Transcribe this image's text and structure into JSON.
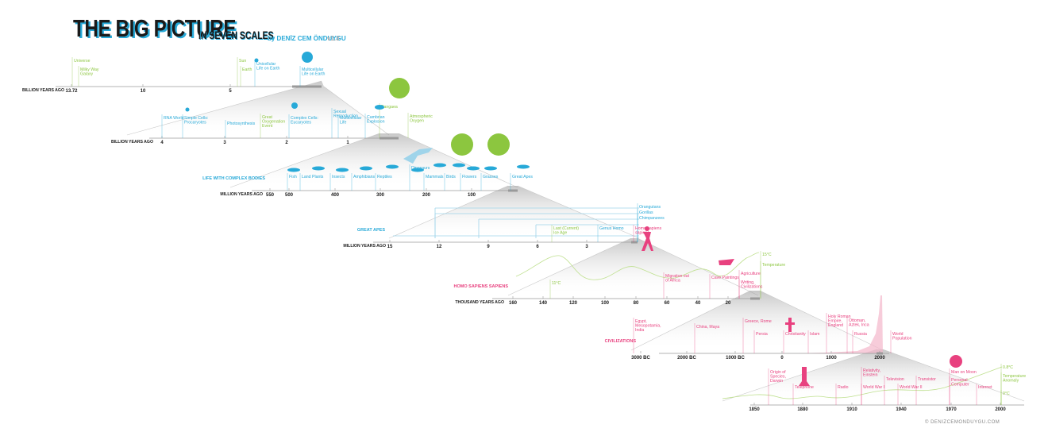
{
  "header": {
    "title": "THE BIG PICTURE",
    "subtitle": "IN SEVEN SCALES",
    "author": "by DENİZ CEM ÖNDUYGU",
    "version": "v1.3"
  },
  "footer": {
    "copyright": "© DENIZCEMONDUYGU.COM"
  },
  "colors": {
    "green": "#8cc63f",
    "blue": "#27a9d8",
    "pink": "#e8417f",
    "dark": "#1a1a1a",
    "gray": "#cfcfcf"
  },
  "scales": [
    {
      "axis_label": "BILLION YEARS AGO",
      "ticks": [
        "13.72",
        "10",
        "5"
      ],
      "category": "",
      "events": [
        {
          "label": "Universe",
          "color": "green"
        },
        {
          "label": "Milky Way Galaxy",
          "color": "green"
        },
        {
          "label": "Sun",
          "color": "green"
        },
        {
          "label": "Earth",
          "color": "green"
        },
        {
          "label": "Unicellular Life on Earth",
          "color": "blue"
        },
        {
          "label": "Multicellular Life on Earth",
          "color": "blue"
        }
      ]
    },
    {
      "axis_label": "BILLION YEARS AGO",
      "ticks": [
        "4",
        "3",
        "2",
        "1"
      ],
      "category": "",
      "events": [
        {
          "label": "RNA World",
          "color": "blue"
        },
        {
          "label": "Simple Cells: Procaryotes",
          "color": "blue"
        },
        {
          "label": "Photosynthesis",
          "color": "blue"
        },
        {
          "label": "Great Oxygenation Event",
          "color": "green"
        },
        {
          "label": "Complex Cells: Eucaryotes",
          "color": "blue"
        },
        {
          "label": "Sexual Reproduction",
          "color": "blue"
        },
        {
          "label": "Multicellular Life",
          "color": "blue"
        },
        {
          "label": "Cambrian Explosion",
          "color": "blue"
        },
        {
          "label": "Pangaea",
          "color": "green"
        },
        {
          "label": "Atmospheric Oxygen",
          "color": "green"
        }
      ]
    },
    {
      "axis_label": "MILLION YEARS AGO",
      "ticks": [
        "550",
        "500",
        "400",
        "300",
        "200",
        "100"
      ],
      "category": "LIFE WITH COMPLEX BODIES",
      "events": [
        {
          "label": "Fish",
          "color": "blue"
        },
        {
          "label": "Land Plants",
          "color": "blue"
        },
        {
          "label": "Insects",
          "color": "blue"
        },
        {
          "label": "Amphibians",
          "color": "blue"
        },
        {
          "label": "Reptiles",
          "color": "blue"
        },
        {
          "label": "Dinosaurs",
          "color": "blue"
        },
        {
          "label": "Mammals",
          "color": "blue"
        },
        {
          "label": "Birds",
          "color": "blue"
        },
        {
          "label": "Flowers",
          "color": "blue"
        },
        {
          "label": "Grasses",
          "color": "blue"
        },
        {
          "label": "Great Apes",
          "color": "blue"
        }
      ]
    },
    {
      "axis_label": "MILLION YEARS AGO",
      "ticks": [
        "15",
        "12",
        "9",
        "6",
        "3"
      ],
      "category": "GREAT APES",
      "events": [
        {
          "label": "Orangutans",
          "color": "blue"
        },
        {
          "label": "Gorillas",
          "color": "blue"
        },
        {
          "label": "Chimpanzees",
          "color": "blue"
        },
        {
          "label": "Last (Current) Ice Age",
          "color": "green"
        },
        {
          "label": "Genus Homo",
          "color": "blue"
        },
        {
          "label": "Homo sapiens sapiens",
          "color": "pink"
        }
      ]
    },
    {
      "axis_label": "THOUSAND YEARS AGO",
      "ticks": [
        "160",
        "140",
        "120",
        "100",
        "80",
        "60",
        "40",
        "20"
      ],
      "category": "HOMO SAPIENS SAPIENS",
      "events": [
        {
          "label": "Migration out of Africa",
          "color": "pink"
        },
        {
          "label": "Cave Paintings",
          "color": "pink"
        },
        {
          "label": "Agriculture",
          "color": "pink"
        },
        {
          "label": "Writing, Civilizations",
          "color": "pink"
        },
        {
          "label": "11°C",
          "color": "green"
        },
        {
          "label": "15°C",
          "color": "green"
        },
        {
          "label": "Temperature",
          "color": "green"
        }
      ]
    },
    {
      "axis_label": "",
      "ticks": [
        "3000 BC",
        "2000 BC",
        "1000 BC",
        "0",
        "1000",
        "2000"
      ],
      "category": "CIVILIZATIONS",
      "events": [
        {
          "label": "Egypt, Mesopotamia, India",
          "color": "pink"
        },
        {
          "label": "China, Maya",
          "color": "pink"
        },
        {
          "label": "Greece, Rome",
          "color": "pink"
        },
        {
          "label": "Persia",
          "color": "pink"
        },
        {
          "label": "Christianity",
          "color": "pink"
        },
        {
          "label": "Islam",
          "color": "pink"
        },
        {
          "label": "Holy Roman Empire, England",
          "color": "pink"
        },
        {
          "label": "Ottoman, Aztek, Inca",
          "color": "pink"
        },
        {
          "label": "Russia",
          "color": "pink"
        },
        {
          "label": "World Population",
          "color": "pink"
        }
      ]
    },
    {
      "axis_label": "",
      "ticks": [
        "1850",
        "1880",
        "1910",
        "1940",
        "1970",
        "2000"
      ],
      "category": "",
      "events": [
        {
          "label": "Origin of Species, Darwin",
          "color": "pink"
        },
        {
          "label": "Telephone",
          "color": "pink"
        },
        {
          "label": "Radio",
          "color": "pink"
        },
        {
          "label": "Relativity, Einstein",
          "color": "pink"
        },
        {
          "label": "World War I",
          "color": "pink"
        },
        {
          "label": "Television",
          "color": "pink"
        },
        {
          "label": "World War II",
          "color": "pink"
        },
        {
          "label": "Transistor",
          "color": "pink"
        },
        {
          "label": "Man on Moon",
          "color": "pink"
        },
        {
          "label": "Personal Computer",
          "color": "pink"
        },
        {
          "label": "Internet",
          "color": "pink"
        },
        {
          "label": "0.8°C",
          "color": "green"
        },
        {
          "label": "0°C",
          "color": "green"
        },
        {
          "label": "Temperature Anomaly",
          "color": "green"
        }
      ]
    }
  ]
}
